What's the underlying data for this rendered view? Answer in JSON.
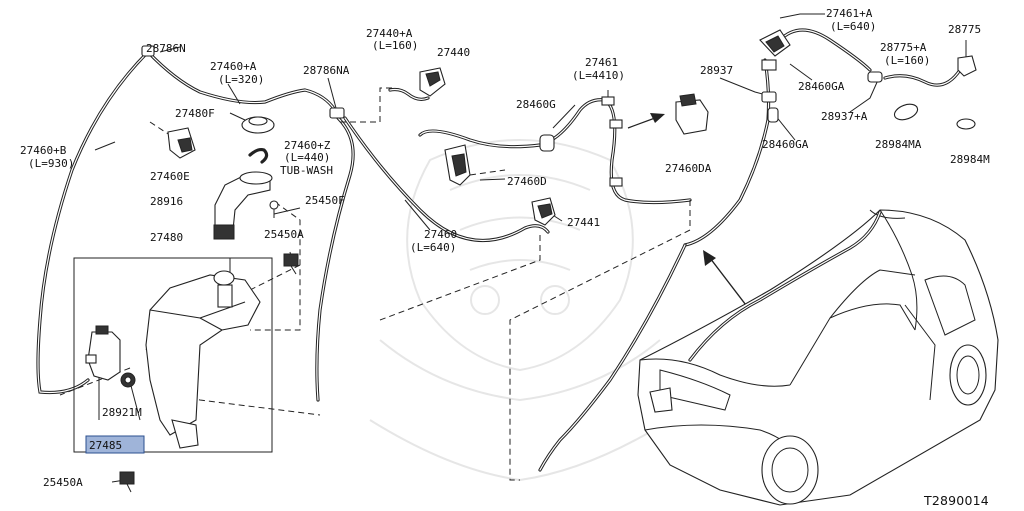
{
  "diagram": {
    "ref_code": "T2890014",
    "labels": {
      "p28786N": "28786N",
      "p27460A": "27460+A",
      "p27460A_len": "(L=320)",
      "p28786NA": "28786NA",
      "p27440A": "27440+A",
      "p27440A_len": "(L=160)",
      "p27440": "27440",
      "p27461": "27461",
      "p27461_len": "(L=4410)",
      "p27461A": "27461+A",
      "p27461A_len": "(L=640)",
      "p28775": "28775",
      "p28775A": "28775+A",
      "p28775A_len": "(L=160)",
      "p28937": "28937",
      "p28460GA_1": "28460GA",
      "p28937A": "28937+A",
      "p28460G": "28460G",
      "p27460DA": "27460DA",
      "p28460GA_2": "28460GA",
      "p28984MA": "28984MA",
      "p28984M": "28984M",
      "p27480F": "27480F",
      "p27460Z": "27460+Z",
      "p27460Z_len": "(L=440)",
      "p27460Z_note": "TUB-WASH",
      "p27460B": "27460+B",
      "p27460B_len": "(L=930)",
      "p27460E": "27460E",
      "p27460D": "27460D",
      "p28916": "28916",
      "p25450F": "25450F",
      "p27441": "27441",
      "p27460": "27460",
      "p27460_len": "(L=640)",
      "p27480": "27480",
      "p25450A_1": "25450A",
      "p28921M": "28921M",
      "p27485": "27485",
      "p25450A_2": "25450A"
    }
  }
}
